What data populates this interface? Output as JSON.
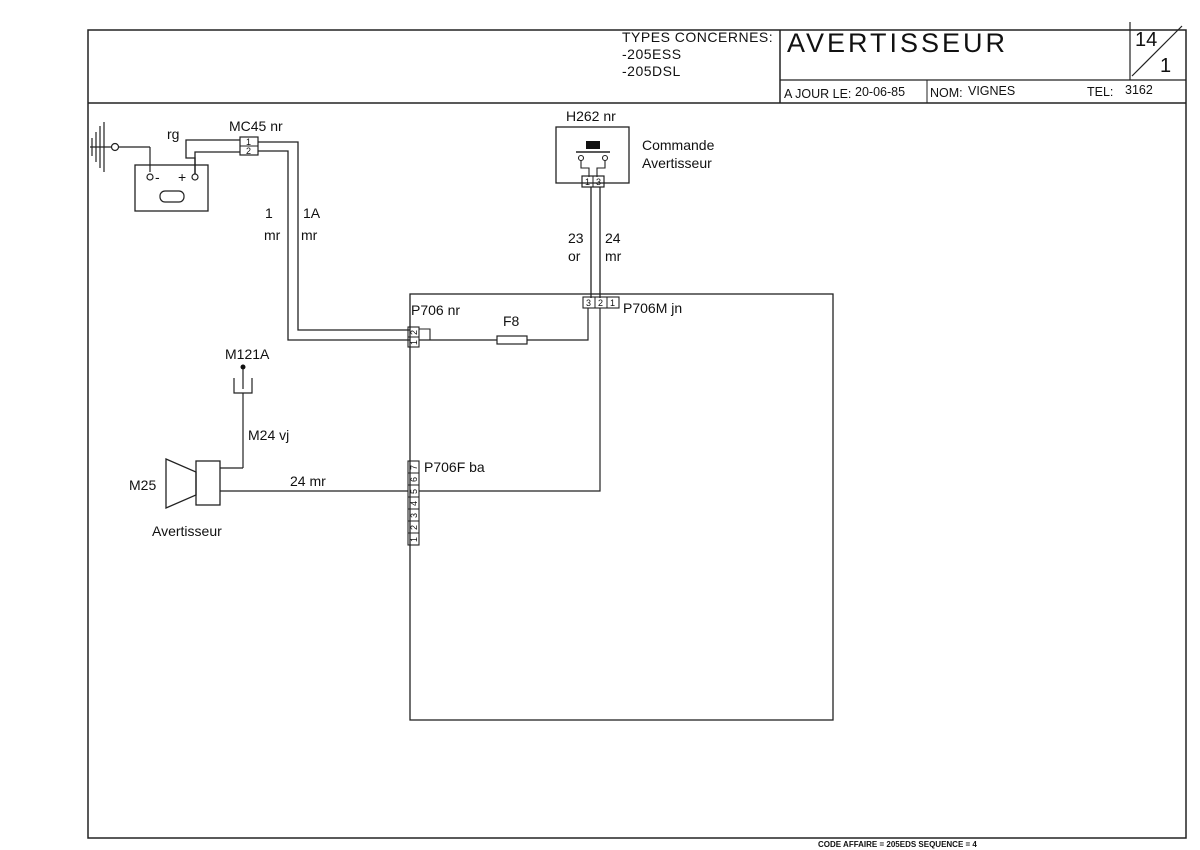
{
  "header": {
    "types_title": "TYPES CONCERNES:",
    "types": [
      "-205ESS",
      "-205DSL"
    ],
    "title": "AVERTISSEUR",
    "sheet_num": "14",
    "sheet_sub": "1",
    "date_label": "A JOUR LE:",
    "date_value": "20-06-85",
    "name_label": "NOM:",
    "name_value": "VIGNES",
    "tel_label": "TEL:",
    "tel_value": "3162"
  },
  "components": {
    "mc45": "MC45 nr",
    "rg": "rg",
    "battery_minus": "-",
    "battery_plus": "+",
    "wire_1_num": "1",
    "wire_1_color": "mr",
    "wire_1a_num": "1A",
    "wire_1a_color": "mr",
    "h262": "H262 nr",
    "commande_line1": "Commande",
    "commande_line2": "Avertisseur",
    "wire_23_num": "23",
    "wire_23_color": "or",
    "wire_24_num": "24",
    "wire_24_color": "mr",
    "p706": "P706 nr",
    "f8": "F8",
    "p706m": "P706M jn",
    "m121a": "M121A",
    "m24": "M24 vj",
    "m25": "M25",
    "avertisseur": "Avertisseur",
    "wire_24mr": "24 mr",
    "p706f": "P706F ba"
  },
  "pins": {
    "mc45": [
      "1",
      "2"
    ],
    "h262": [
      "1",
      "3"
    ],
    "p706": [
      "1",
      "2"
    ],
    "p706m": [
      "3",
      "2",
      "1"
    ],
    "p706f_upper": [
      "7",
      "6",
      "5"
    ],
    "p706f_lower": [
      "4",
      "3",
      "2",
      "1"
    ]
  },
  "footer": {
    "code": "CODE AFFAIRE = 205EDS SEQUENCE = 4"
  }
}
